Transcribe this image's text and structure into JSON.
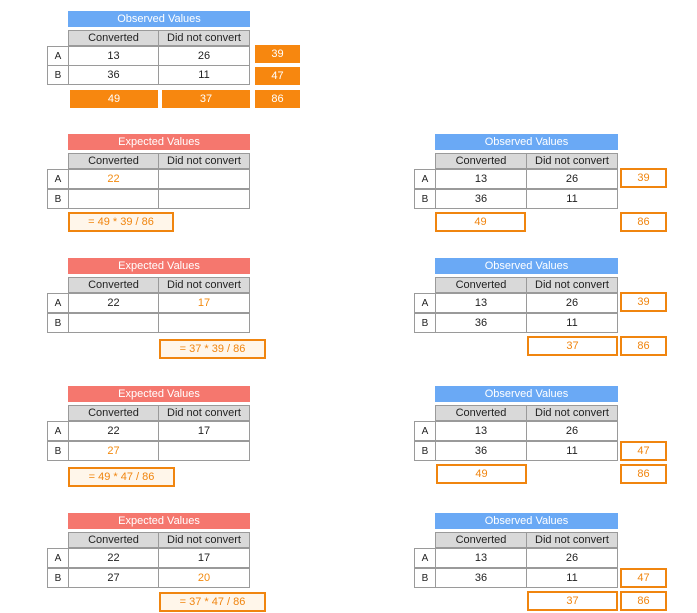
{
  "headers": {
    "observed": "Observed Values",
    "expected": "Expected Values",
    "col1": "Converted",
    "col2": "Did not convert",
    "rowA": "A",
    "rowB": "B"
  },
  "main_observed": {
    "a_conv": "13",
    "a_not": "26",
    "b_conv": "36",
    "b_not": "11",
    "row_total_a": "39",
    "row_total_b": "47",
    "col_total_conv": "49",
    "col_total_not": "37",
    "grand_total": "86"
  },
  "steps": [
    {
      "expected": {
        "a_conv": "22",
        "a_not": "",
        "b_conv": "",
        "b_not": ""
      },
      "formula": "= 49 * 39 / 86",
      "observed": {
        "a_conv": "13",
        "a_not": "26",
        "b_conv": "36",
        "b_not": "11"
      },
      "row_total": "39",
      "col_total": "49",
      "grand_total": "86"
    },
    {
      "expected": {
        "a_conv": "22",
        "a_not": "17",
        "b_conv": "",
        "b_not": ""
      },
      "formula": "= 37 * 39 / 86",
      "observed": {
        "a_conv": "13",
        "a_not": "26",
        "b_conv": "36",
        "b_not": "11"
      },
      "row_total": "39",
      "col_total": "37",
      "grand_total": "86"
    },
    {
      "expected": {
        "a_conv": "22",
        "a_not": "17",
        "b_conv": "27",
        "b_not": ""
      },
      "formula": "= 49 * 47 / 86",
      "observed": {
        "a_conv": "13",
        "a_not": "26",
        "b_conv": "36",
        "b_not": "11"
      },
      "row_total": "47",
      "col_total": "49",
      "grand_total": "86"
    },
    {
      "expected": {
        "a_conv": "22",
        "a_not": "17",
        "b_conv": "27",
        "b_not": "20"
      },
      "formula": "= 37 * 47 / 86",
      "observed": {
        "a_conv": "13",
        "a_not": "26",
        "b_conv": "36",
        "b_not": "11"
      },
      "row_total": "47",
      "col_total": "37",
      "grand_total": "86"
    }
  ],
  "colors": {
    "observed_header": "#6aa9f5",
    "expected_header": "#f5776e",
    "highlight": "#f0850f"
  }
}
